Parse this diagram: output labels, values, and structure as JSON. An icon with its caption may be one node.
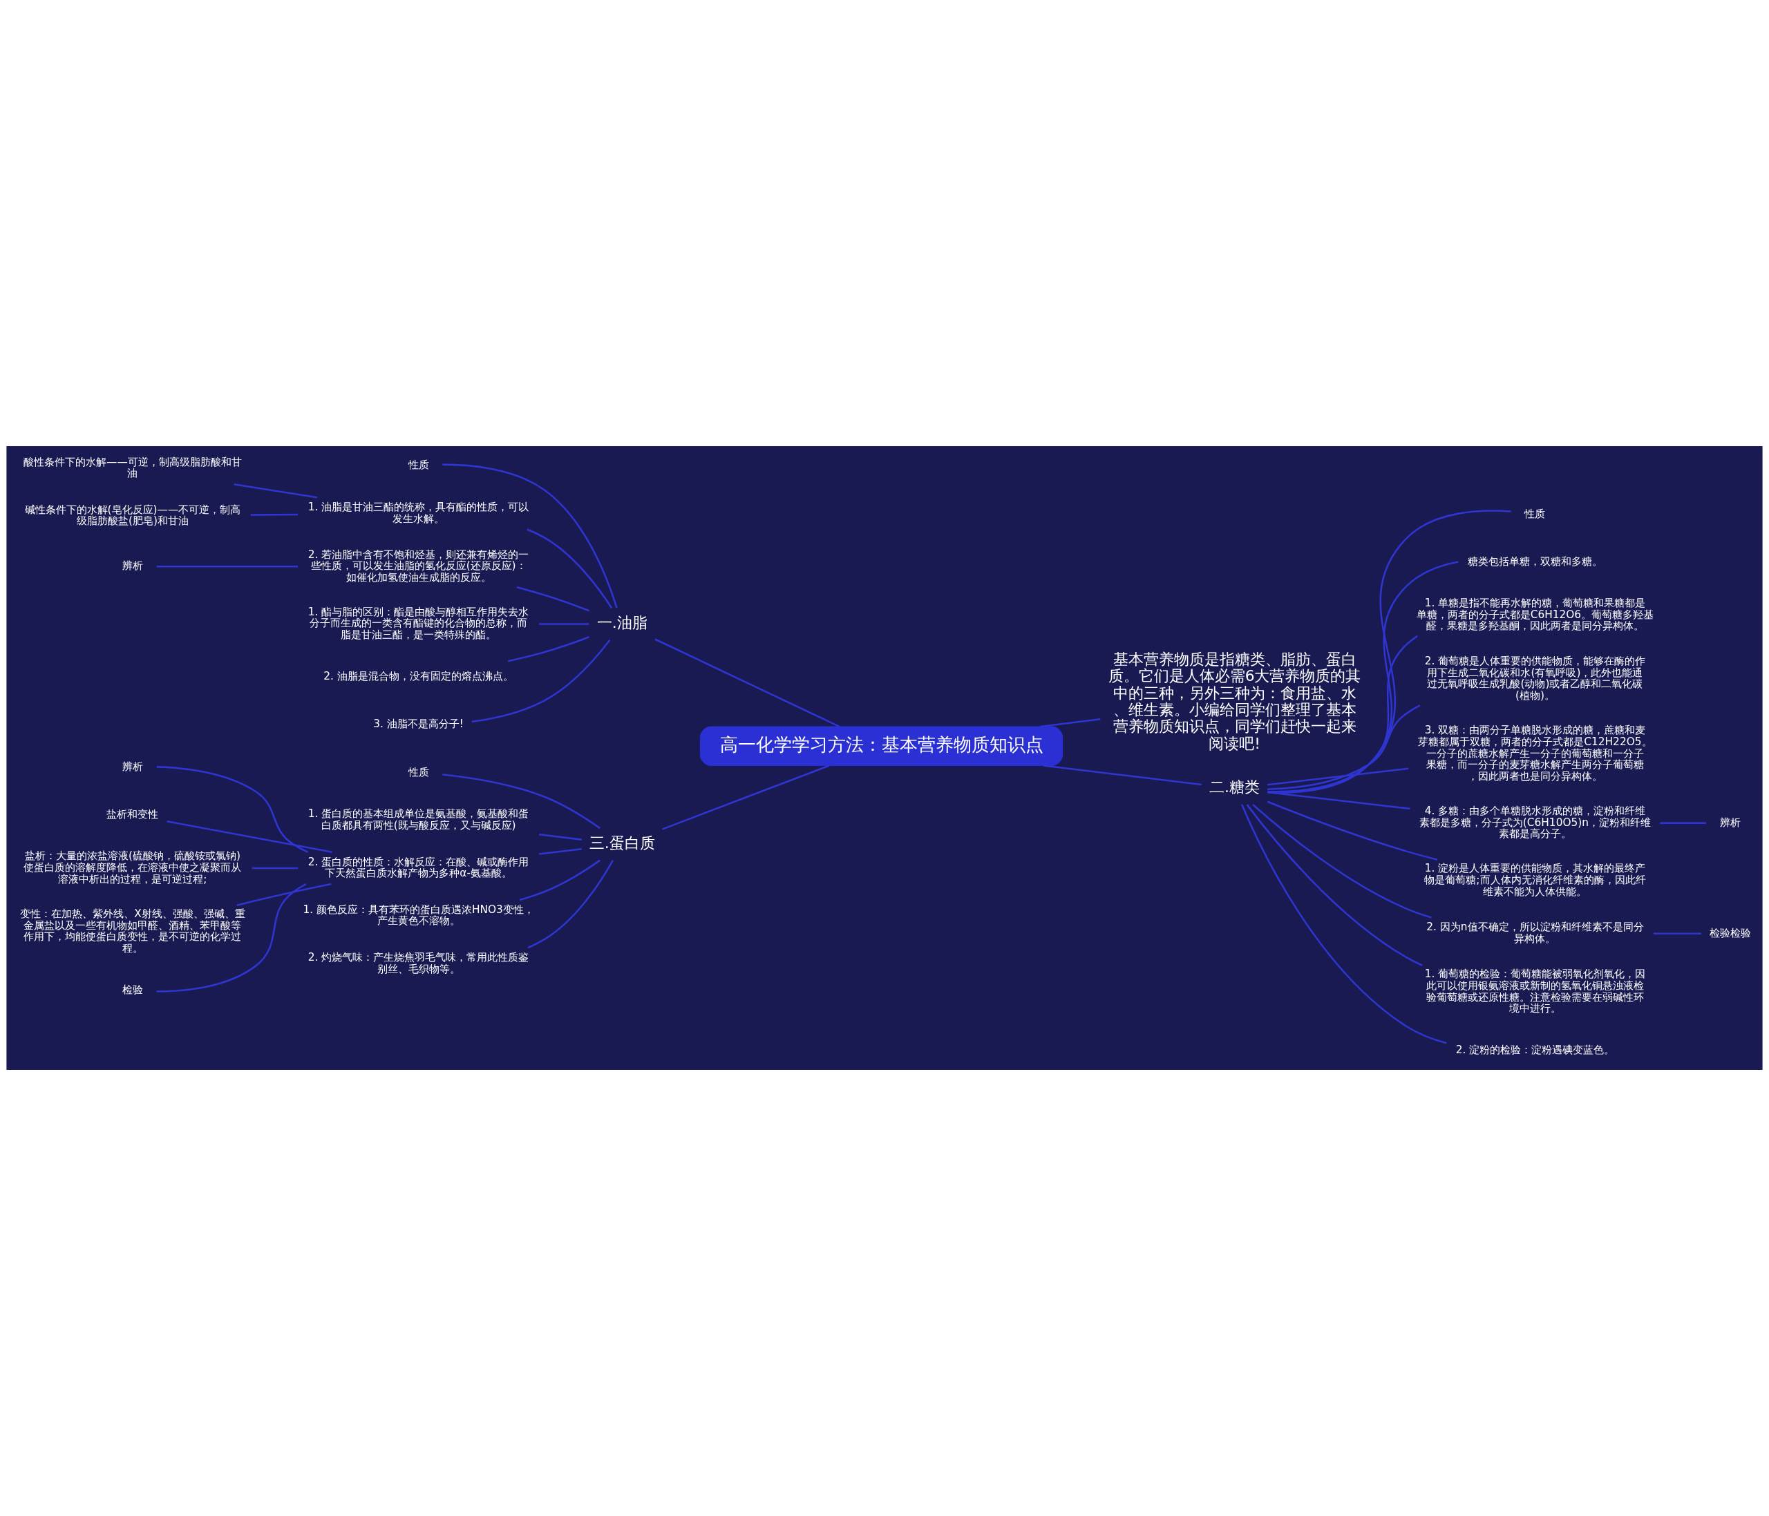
{
  "diagram": {
    "nodes": [
      {
        "text": [
          "高一化学学习方法：基本营养物质知识点"
        ]
      },
      {
        "text": [
          "一.油脂"
        ]
      },
      {
        "text": [
          "性质"
        ]
      },
      {
        "text": [
          "1. 油脂是甘油三酯的统称，具有酯的性质，可以发生水解。"
        ]
      },
      {
        "text": [
          "酸性条件下的水解——可逆，制高级脂肪酸和甘油"
        ]
      },
      {
        "text": [
          "碱性条件下的水解(皂化反应)——不可逆，制高级脂肪酸盐(肥皂)和甘油"
        ]
      },
      {
        "text": [
          "2. 若油脂中含有不饱和烃基，则还兼有烯烃的一些性质，可以发生油脂的氢化反应(还原反应)：如催化加氢使油生成脂的反应。"
        ]
      },
      {
        "text": [
          "辨析"
        ]
      },
      {
        "text": [
          "1. 酯与脂的区别：酯是由酸与醇相互作用失去水分子而生成的一类含有酯键的化合物的总称，而脂是甘油三酯，是一类特殊的酯。"
        ]
      },
      {
        "text": [
          "2. 油脂是混合物，没有固定的熔点沸点。"
        ]
      },
      {
        "text": [
          "3. 油脂不是高分子!"
        ]
      },
      {
        "text": [
          "三.蛋白质"
        ]
      },
      {
        "text": [
          "性质"
        ]
      },
      {
        "text": [
          "1. 蛋白质的基本组成单位是氨基酸，氨基酸和蛋白质都具有两性(既与酸反应，又与碱反应)"
        ]
      },
      {
        "text": [
          "2. 蛋白质的性质：水解反应：在酸、碱或酶作用下天然蛋白质水解产物为多种α-氨基酸。"
        ]
      },
      {
        "text": [
          "辨析"
        ]
      },
      {
        "text": [
          "盐析和变性"
        ]
      },
      {
        "text": [
          "盐析：大量的浓盐溶液(硫酸钠，硫酸铵或氯钠)使蛋白质的溶解度降低，在溶液中使之凝聚而从溶液中析出的过程，是可逆过程;"
        ]
      },
      {
        "text": [
          "变性：在加热、紫外线、X射线、强酸、强碱、重金属盐以及一些有机物如甲醛、酒精、苯甲酸等作用下，均能使蛋白质变性，是不可逆的化学过程。"
        ]
      },
      {
        "text": [
          "检验"
        ]
      },
      {
        "text": [
          "1. 颜色反应：具有苯环的蛋白质遇浓HNO3变性，产生黄色不溶物。"
        ]
      },
      {
        "text": [
          "2. 灼烧气味：产生烧焦羽毛气味，常用此性质鉴别丝、毛织物等。"
        ]
      },
      {
        "text": [
          "基本营养物质是指糖类、脂肪、蛋白质。它们是人体必需6大营养物质的其中的三种，另外三种为：食用盐、水、维生素。小编给同学们整理了基本营养物质知识点，同学们赶快一起来阅读吧!"
        ]
      },
      {
        "text": [
          "二.糖类"
        ]
      },
      {
        "text": [
          "性质"
        ]
      },
      {
        "text": [
          "糖类包括单糖，双糖和多糖。"
        ]
      },
      {
        "text": [
          "1. 单糖是指不能再水解的糖，葡萄糖和果糖都是单糖，两者的分子式都是C6H12O6。葡萄糖多羟基醛，果糖是多羟基酮，因此两者是同分异构体。"
        ]
      },
      {
        "text": [
          "2. 葡萄糖是人体重要的供能物质，能够在酶的作用下生成二氧化碳和水(有氧呼吸)，此外也能通过无氧呼吸生成乳酸(动物)或者乙醇和二氧化碳(植物)。"
        ]
      },
      {
        "text": [
          "3. 双糖：由两分子单糖脱水形成的糖，蔗糖和麦芽糖都属于双糖，两者的分子式都是C12H22O5。一分子的蔗糖水解产生一分子的葡萄糖和一分子果糖，而一分子的麦芽糖水解产生两分子葡萄糖，因此两者也是同分异构体。"
        ]
      },
      {
        "text": [
          "4. 多糖：由多个单糖脱水形成的糖，淀粉和纤维素都是多糖，分子式为(C6H10O5)n，淀粉和纤维素都是高分子。"
        ]
      },
      {
        "text": [
          "辨析"
        ]
      },
      {
        "text": [
          "1. 淀粉是人体重要的供能物质，其水解的最终产物是葡萄糖;而人体内无消化纤维素的酶，因此纤维素不能为人体供能。"
        ]
      },
      {
        "text": [
          "2. 因为n值不确定，所以淀粉和纤维素不是同分异构体。"
        ]
      },
      {
        "text": [
          "检验检验"
        ]
      },
      {
        "text": [
          "1. 葡萄糖的检验：葡萄糖能被弱氧化剂氧化，因此可以使用银氨溶液或新制的氢氧化铜悬浊液检验葡萄糖或还原性糖。注意检验需要在弱碱性环境中进行。"
        ]
      },
      {
        "text": [
          "2. 淀粉的检验：淀粉遇碘变蓝色。"
        ]
      }
    ],
    "edges": [
      {
        "from": 0,
        "to": 1,
        "arrow": "none"
      },
      {
        "from": 1,
        "to": 2,
        "arrow": "none"
      },
      {
        "from": 1,
        "to": 3,
        "arrow": "none"
      },
      {
        "from": 3,
        "to": 4,
        "arrow": "none"
      },
      {
        "from": 3,
        "to": 5,
        "arrow": "none"
      },
      {
        "from": 1,
        "to": 6,
        "arrow": "none"
      },
      {
        "from": 6,
        "to": 7,
        "arrow": "none"
      },
      {
        "from": 1,
        "to": 8,
        "arrow": "none"
      },
      {
        "from": 1,
        "to": 9,
        "arrow": "none"
      },
      {
        "from": 1,
        "to": 10,
        "arrow": "none"
      },
      {
        "from": 0,
        "to": 11,
        "arrow": "none"
      },
      {
        "from": 11,
        "to": 12,
        "arrow": "none"
      },
      {
        "from": 11,
        "to": 13,
        "arrow": "none"
      },
      {
        "from": 11,
        "to": 14,
        "arrow": "none"
      },
      {
        "from": 14,
        "to": 15,
        "arrow": "none"
      },
      {
        "from": 14,
        "to": 16,
        "arrow": "none"
      },
      {
        "from": 14,
        "to": 17,
        "arrow": "none"
      },
      {
        "from": 14,
        "to": 18,
        "arrow": "none"
      },
      {
        "from": 14,
        "to": 19,
        "arrow": "none"
      },
      {
        "from": 11,
        "to": 20,
        "arrow": "none"
      },
      {
        "from": 11,
        "to": 21,
        "arrow": "none"
      },
      {
        "from": 0,
        "to": 22,
        "arrow": "none"
      },
      {
        "from": 0,
        "to": 23,
        "arrow": "none"
      },
      {
        "from": 23,
        "to": 24,
        "arrow": "none"
      },
      {
        "from": 23,
        "to": 25,
        "arrow": "none"
      },
      {
        "from": 23,
        "to": 26,
        "arrow": "none"
      },
      {
        "from": 23,
        "to": 27,
        "arrow": "none"
      },
      {
        "from": 23,
        "to": 28,
        "arrow": "none"
      },
      {
        "from": 23,
        "to": 29,
        "arrow": "none"
      },
      {
        "from": 29,
        "to": 30,
        "arrow": "none"
      },
      {
        "from": 23,
        "to": 31,
        "arrow": "none"
      },
      {
        "from": 23,
        "to": 32,
        "arrow": "none"
      },
      {
        "from": 32,
        "to": 33,
        "arrow": "none"
      },
      {
        "from": 23,
        "to": 34,
        "arrow": "none"
      },
      {
        "from": 23,
        "to": 35,
        "arrow": "none"
      }
    ]
  }
}
